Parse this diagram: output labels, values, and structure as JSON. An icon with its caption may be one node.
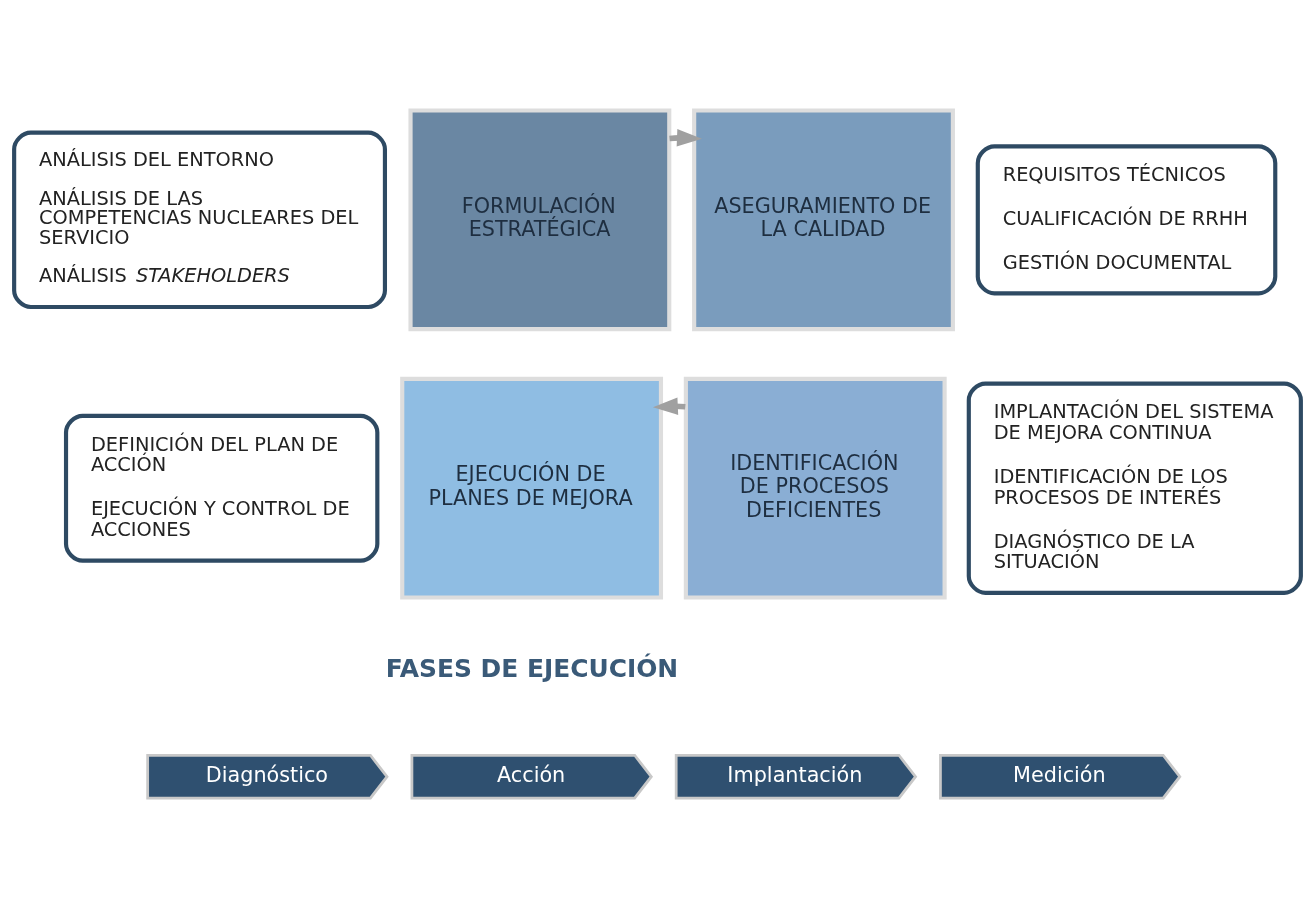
{
  "diagram": {
    "nodes": [
      {
        "text": [
          "ANÁLISIS DEL ENTORNO",
          "ANÁLISIS DE LAS COMPETENCIAS NUCLEARES DEL SERVICIO",
          "ANÁLISIS *STAKEHOLDERS*"
        ]
      },
      {
        "text": [
          "FORMULACIÓN ESTRATÉGICA"
        ]
      },
      {
        "text": [
          "ASEGURAMIENTO DE LA CALIDAD"
        ]
      },
      {
        "text": [
          "REQUISITOS TÉCNICOS",
          "CUALIFICACIÓN DE RRHH",
          "GESTIÓN DOCUMENTAL"
        ]
      },
      {
        "text": [
          "DEFINICIÓN DEL PLAN DE ACCIÓN",
          "EJECUCIÓN Y CONTROL DE ACCIONES"
        ]
      },
      {
        "text": [
          "EJECUCIÓN DE PLANES DE MEJORA"
        ]
      },
      {
        "text": [
          "IDENTIFICACIÓN DE PROCESOS DEFICIENTES"
        ]
      },
      {
        "text": [
          "IMPLANTACIÓN DEL SISTEMA DE MEJORA CONTINUA",
          "IDENTIFICACIÓN DE LOS PROCESOS DE INTERÉS",
          "DIAGNÓSTICO DE LA SITUACIÓN"
        ]
      },
      {
        "text": [
          "Diagnóstico"
        ]
      },
      {
        "text": [
          "Acción"
        ]
      },
      {
        "text": [
          "Implantación"
        ]
      },
      {
        "text": [
          "Medición"
        ]
      }
    ],
    "edges": [
      {
        "from": 1,
        "to": 2,
        "arrow": "to"
      },
      {
        "from": 6,
        "to": 5,
        "arrow": "to"
      }
    ],
    "labels": [
      "FASES DE EJECUCIÓN"
    ]
  }
}
